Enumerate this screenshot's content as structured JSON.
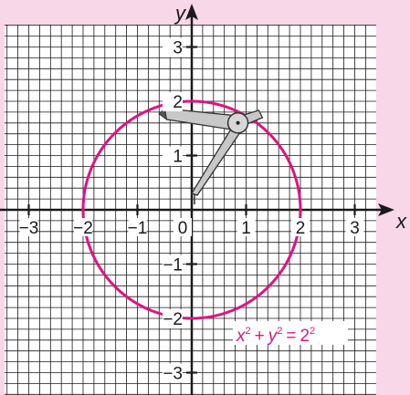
{
  "colors": {
    "background": "#f7d7e8",
    "grid_fill": "#ffffff",
    "grid_line": "#1a1a1a",
    "axis": "#1a1a1a",
    "circle": "#e0137f",
    "compass_fill": "#c8c8c8",
    "compass_stroke": "#333333"
  },
  "axes": {
    "x_label": "x",
    "y_label": "y",
    "x_ticks": [
      "−3",
      "−2",
      "−1",
      "0",
      "1",
      "2",
      "3"
    ],
    "y_ticks": [
      "3",
      "2",
      "1",
      "−1",
      "−2",
      "−3"
    ],
    "x_range": [
      -3.5,
      3.5
    ],
    "y_range": [
      -3.5,
      3.5
    ]
  },
  "circle": {
    "center": [
      0,
      0
    ],
    "radius": 2
  },
  "equation": {
    "x": "x",
    "y": "y",
    "two": "2",
    "plus": "+",
    "equals": "=",
    "exp": "2"
  },
  "compass": {
    "hinge": [
      0.85,
      1.6
    ],
    "needle_tip": [
      0.05,
      0.1
    ],
    "pencil_tip": [
      -0.6,
      1.8
    ],
    "handle_end": [
      1.2,
      1.75
    ]
  }
}
